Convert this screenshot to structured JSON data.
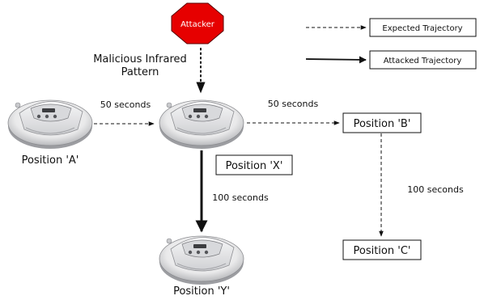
{
  "attacker": {
    "label": "Attacker",
    "color": "#e60000"
  },
  "malicious_pattern": {
    "line1": "Malicious Infrared",
    "line2": "Pattern"
  },
  "legend": {
    "expected": "Expected Trajectory",
    "attacked": "Attacked Trajectory"
  },
  "positions": {
    "a": "Position 'A'",
    "x": "Position 'X'",
    "b": "Position 'B'",
    "c": "Position 'C'",
    "y": "Position 'Y'"
  },
  "durations": {
    "a_to_x": "50 seconds",
    "x_to_b": "50 seconds",
    "b_to_c": "100 seconds",
    "x_to_y": "100 seconds"
  },
  "icons": {
    "robot": "roomba-robot-icon",
    "attacker": "octagon-stop-icon"
  }
}
